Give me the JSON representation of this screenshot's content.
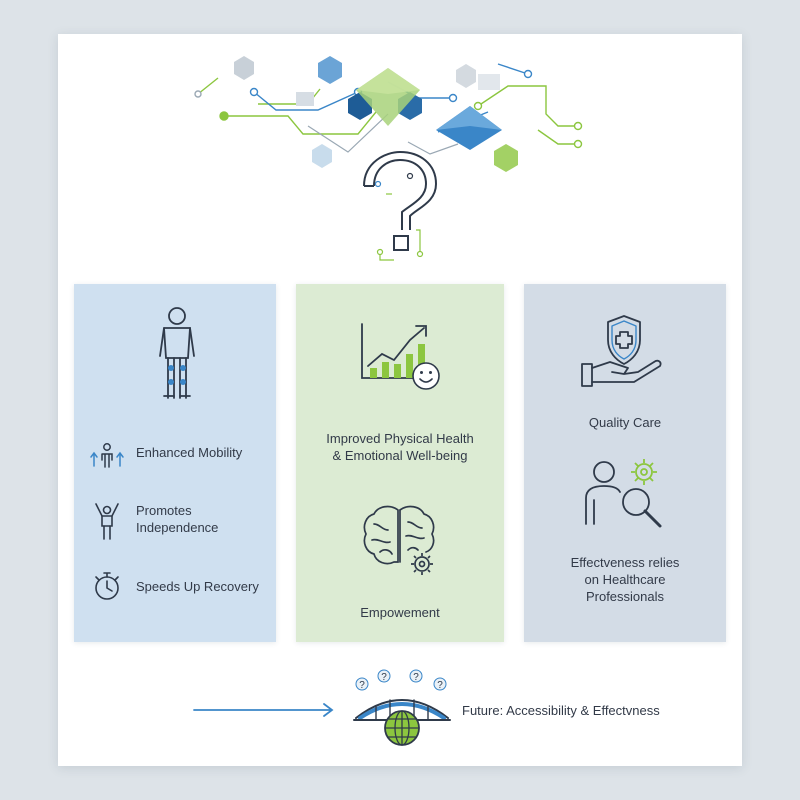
{
  "panels": {
    "left": {
      "items": [
        {
          "label": "Enhanced Mobility",
          "icon": "people-arrows-icon"
        },
        {
          "label_line1": "Promotes",
          "label_line2": "Independence",
          "icon": "person-arms-up-icon"
        },
        {
          "label": "Speeds Up Recovery",
          "icon": "stopwatch-icon"
        }
      ],
      "hero_icon": "person-with-leg-braces-icon"
    },
    "middle": {
      "title_line1": "Improved Physical Health",
      "title_line2": "& Emotional Well-being",
      "caption": "Empowement",
      "icons": [
        "growth-chart-smile-icon",
        "brain-gear-icon"
      ]
    },
    "right": {
      "quality_label": "Quality Care",
      "effect_line1": "Effectveness relies",
      "effect_line2": "on Healthcare",
      "effect_line3": "Professionals",
      "icons": [
        "shield-hand-icon",
        "person-magnifier-gear-icon"
      ]
    }
  },
  "footer": {
    "label": "Future: Accessibility & Effectvness",
    "icons": [
      "arrow-right-icon",
      "bridge-globe-icon"
    ],
    "question_marks": [
      "?",
      "?",
      "?",
      "?"
    ]
  },
  "header_art": {
    "question_mark": "?",
    "icon": "circuit-question-mark-icon"
  },
  "colors": {
    "panel_left": "#cfe0f0",
    "panel_middle": "#dcebd3",
    "panel_right": "#d3dce6",
    "accent_blue": "#3a86c8",
    "accent_green": "#8cc63f",
    "line_dark": "#2f3a4a"
  }
}
